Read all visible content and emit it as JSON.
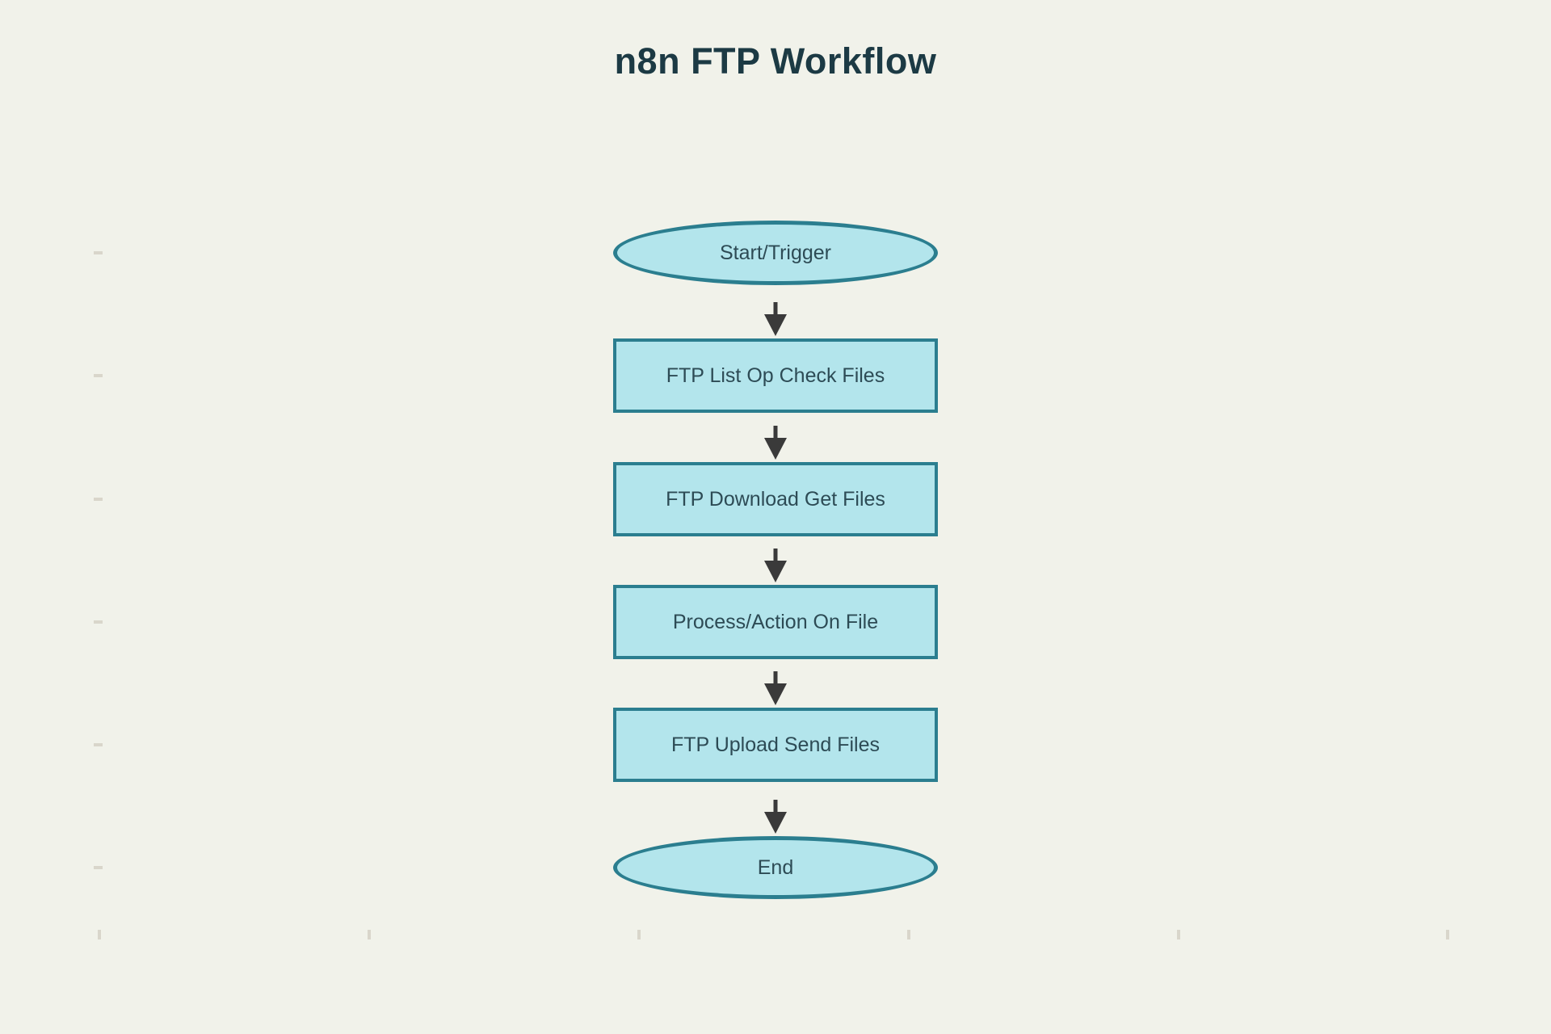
{
  "page": {
    "title": "n8n FTP Workflow",
    "background_color": "#f1f2ea",
    "title_color": "#1c3a44"
  },
  "flowchart": {
    "type": "flowchart",
    "direction": "top-down",
    "node_fill_color": "#b3e5ec",
    "node_border_color": "#2b7e8f",
    "node_text_color": "#2d4b55",
    "arrow_color": "#3a3a3a",
    "tick_color": "#d9d6cb",
    "nodes": [
      {
        "id": "start",
        "shape": "ellipse",
        "label": "Start/Trigger"
      },
      {
        "id": "list",
        "shape": "rectangle",
        "label": "FTP List Op Check Files"
      },
      {
        "id": "download",
        "shape": "rectangle",
        "label": "FTP Download Get Files"
      },
      {
        "id": "process",
        "shape": "rectangle",
        "label": "Process/Action On File"
      },
      {
        "id": "upload",
        "shape": "rectangle",
        "label": "FTP Upload Send Files"
      },
      {
        "id": "end",
        "shape": "ellipse",
        "label": "End"
      }
    ],
    "edges": [
      {
        "from": "start",
        "to": "list"
      },
      {
        "from": "list",
        "to": "download"
      },
      {
        "from": "download",
        "to": "process"
      },
      {
        "from": "process",
        "to": "upload"
      },
      {
        "from": "upload",
        "to": "end"
      }
    ]
  }
}
